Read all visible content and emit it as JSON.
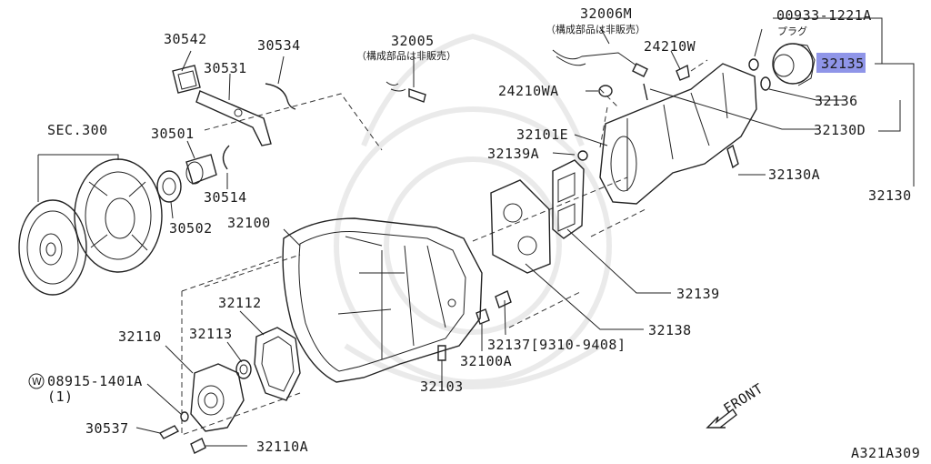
{
  "diagram": {
    "labels": {
      "p30542": "30542",
      "p30534": "30534",
      "p30531": "30531",
      "p32005": "32005",
      "p32005_note": "（構成部品は非販売）",
      "p32006m": "32006M",
      "p32006m_note": "（構成部品は非販売）",
      "p24210w": "24210W",
      "p24210wa": "24210WA",
      "p00933": "00933-1221A",
      "p00933_note": "プラグ",
      "p32135": "32135",
      "p32136": "32136",
      "p32130d": "32130D",
      "p32101e": "32101E",
      "p32139a": "32139A",
      "p32130a": "32130A",
      "p32130": "32130",
      "sec300": "SEC.300",
      "p30501": "30501",
      "p30514": "30514",
      "p30502": "30502",
      "p32100": "32100",
      "p32139": "32139",
      "p32112": "32112",
      "p32110": "32110",
      "p32113": "32113",
      "p32138": "32138",
      "p32137": "32137[9310-9408]",
      "p32100a": "32100A",
      "p08915_badge": "W",
      "p08915": "08915-1401A",
      "p08915_qty": "(1)",
      "p32103": "32103",
      "p30537": "30537",
      "p32110a": "32110A",
      "front": "FRONT",
      "diagram_code": "A321A309"
    },
    "highlight_color": "#8f95e8"
  }
}
